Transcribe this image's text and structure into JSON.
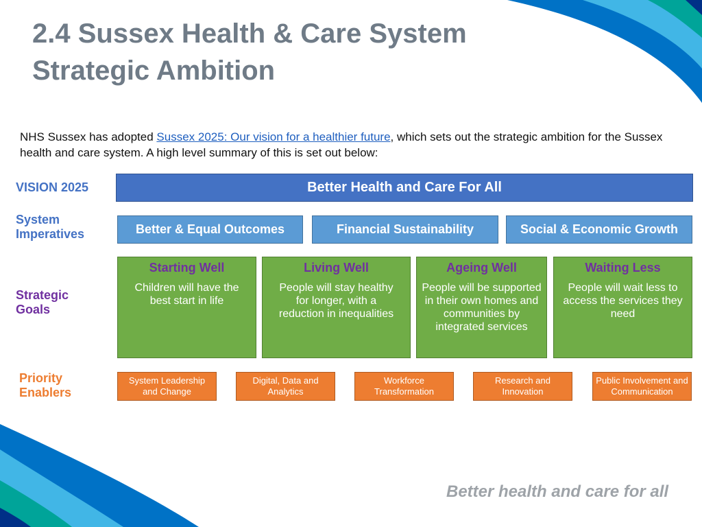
{
  "title": {
    "line1": "2.4 Sussex Health & Care System",
    "line2": "Strategic Ambition"
  },
  "intro": {
    "before_link": "NHS Sussex has adopted ",
    "link_text": "Sussex 2025: Our vision for a healthier future",
    "after_link": ", which sets out the strategic ambition for the Sussex health and care system.  A high level summary of this is set out below:"
  },
  "labels": {
    "vision": "VISION 2025",
    "imperatives_line1": "System",
    "imperatives_line2": "Imperatives",
    "goals_line1": "Strategic",
    "goals_line2": "Goals",
    "enablers_line1": "Priority",
    "enablers_line2": "Enablers"
  },
  "vision_text": "Better Health and Care For All",
  "imperatives": [
    "Better & Equal Outcomes",
    "Financial Sustainability",
    "Social & Economic Growth"
  ],
  "goals": [
    {
      "title": "Starting Well",
      "desc": "Children will have the best start in life"
    },
    {
      "title": "Living Well",
      "desc": "People will stay healthy for longer, with a reduction in inequalities"
    },
    {
      "title": "Ageing Well",
      "desc": "People will be supported in their own homes and communities by integrated services"
    },
    {
      "title": "Waiting Less",
      "desc": "People will wait less to access the services they need"
    }
  ],
  "enablers": [
    "System Leadership and Change",
    "Digital, Data and Analytics",
    "Workforce Transformation",
    "Research and Innovation",
    "Public Involvement and Communication"
  ],
  "tagline": "Better health and care for all",
  "colors": {
    "vision_bar": "#4472c4",
    "imperatives": "#5b9bd5",
    "goals": "#70ad47",
    "goal_titles": "#7030a0",
    "enablers": "#ed7d31",
    "label_blue": "#4472c4",
    "label_purple": "#7030a0",
    "label_orange": "#ed7d31"
  }
}
